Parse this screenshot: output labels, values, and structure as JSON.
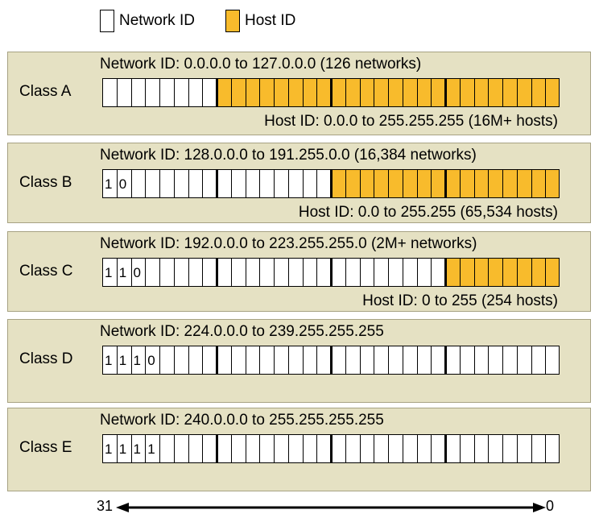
{
  "legend": {
    "network_label": "Network ID",
    "host_label": "Host ID",
    "network_color": "#ffffff",
    "host_color": "#f8bb2c"
  },
  "classes": [
    {
      "name": "Class A",
      "network_range": "Network ID: 0.0.0.0 to 127.0.0.0 (126 networks)",
      "host_range": "Host ID: 0.0.0 to 255.255.255 (16M+ hosts)",
      "network_bits": 8,
      "prefix_bits": ""
    },
    {
      "name": "Class B",
      "network_range": "Network ID: 128.0.0.0 to 191.255.0.0 (16,384 networks)",
      "host_range": "Host ID:  0.0 to 255.255 (65,534 hosts)",
      "network_bits": 16,
      "prefix_bits": "10"
    },
    {
      "name": "Class C",
      "network_range": "Network ID: 192.0.0.0 to 223.255.255.0 (2M+ networks)",
      "host_range": "Host ID: 0 to 255 (254 hosts)",
      "network_bits": 24,
      "prefix_bits": "110"
    },
    {
      "name": "Class D",
      "network_range": "Network ID: 224.0.0.0 to 239.255.255.255",
      "host_range": "",
      "network_bits": 32,
      "prefix_bits": "1110"
    },
    {
      "name": "Class E",
      "network_range": "Network ID: 240.0.0.0 to 255.255.255.255",
      "host_range": "",
      "network_bits": 32,
      "prefix_bits": "1111"
    }
  ],
  "axis": {
    "left_label": "31",
    "right_label": "0"
  }
}
